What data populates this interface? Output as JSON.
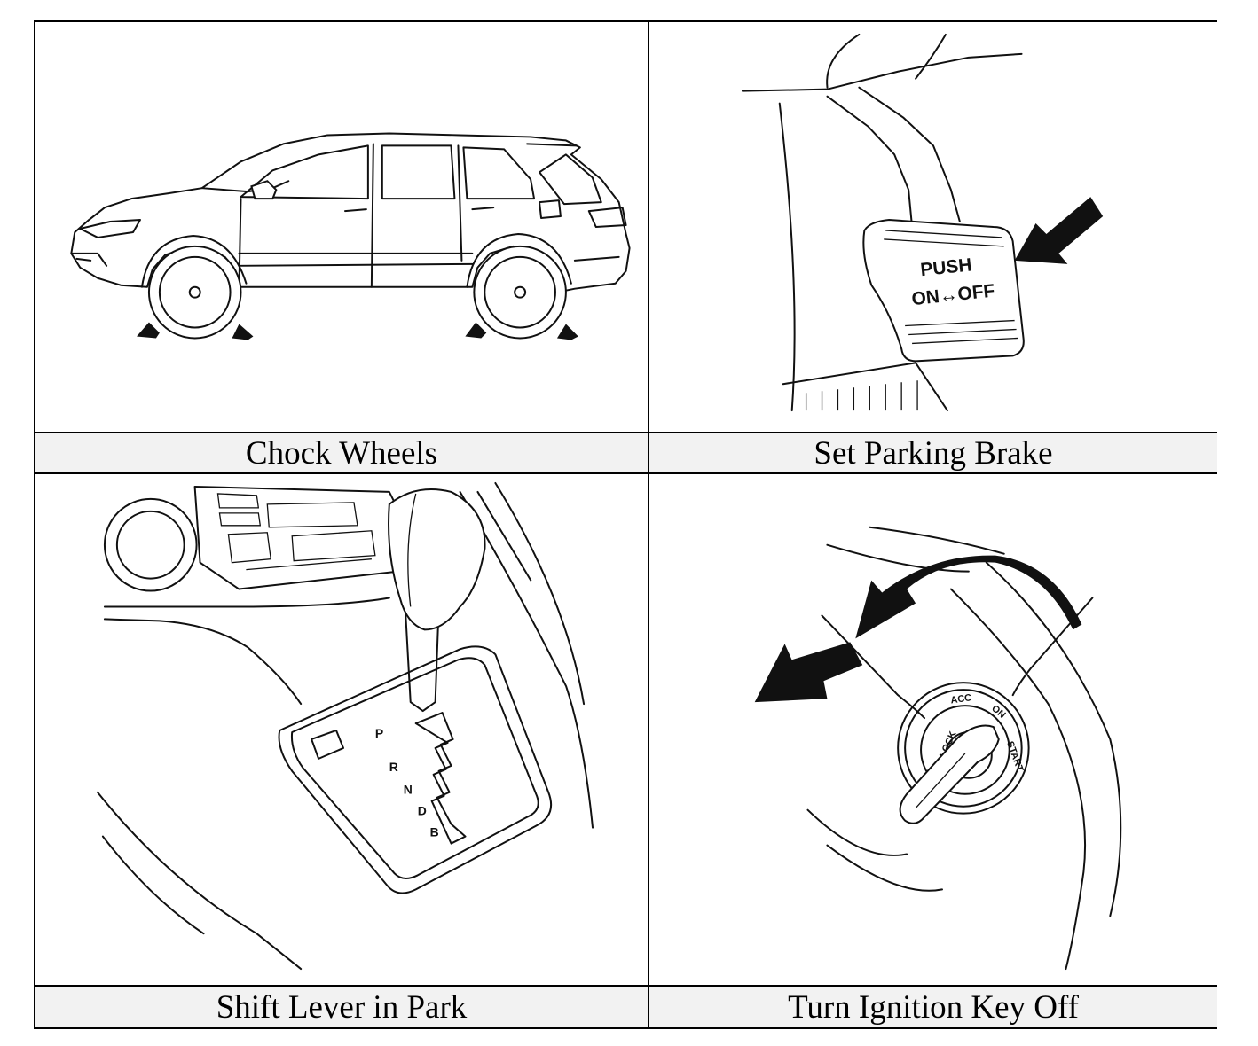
{
  "panels": [
    {
      "id": "chock-wheels",
      "caption": "Chock Wheels"
    },
    {
      "id": "set-parking-brake",
      "caption": "Set Parking Brake",
      "pedal_label_line1": "PUSH",
      "pedal_label_line2": "ON↔OFF"
    },
    {
      "id": "shift-lever-in-park",
      "caption": "Shift Lever in Park",
      "gear_positions": [
        "P",
        "R",
        "N",
        "D",
        "B"
      ]
    },
    {
      "id": "turn-ignition-key-off",
      "caption": "Turn Ignition Key Off",
      "ignition_positions": [
        "LOCK",
        "ACC",
        "ON",
        "START"
      ]
    }
  ]
}
